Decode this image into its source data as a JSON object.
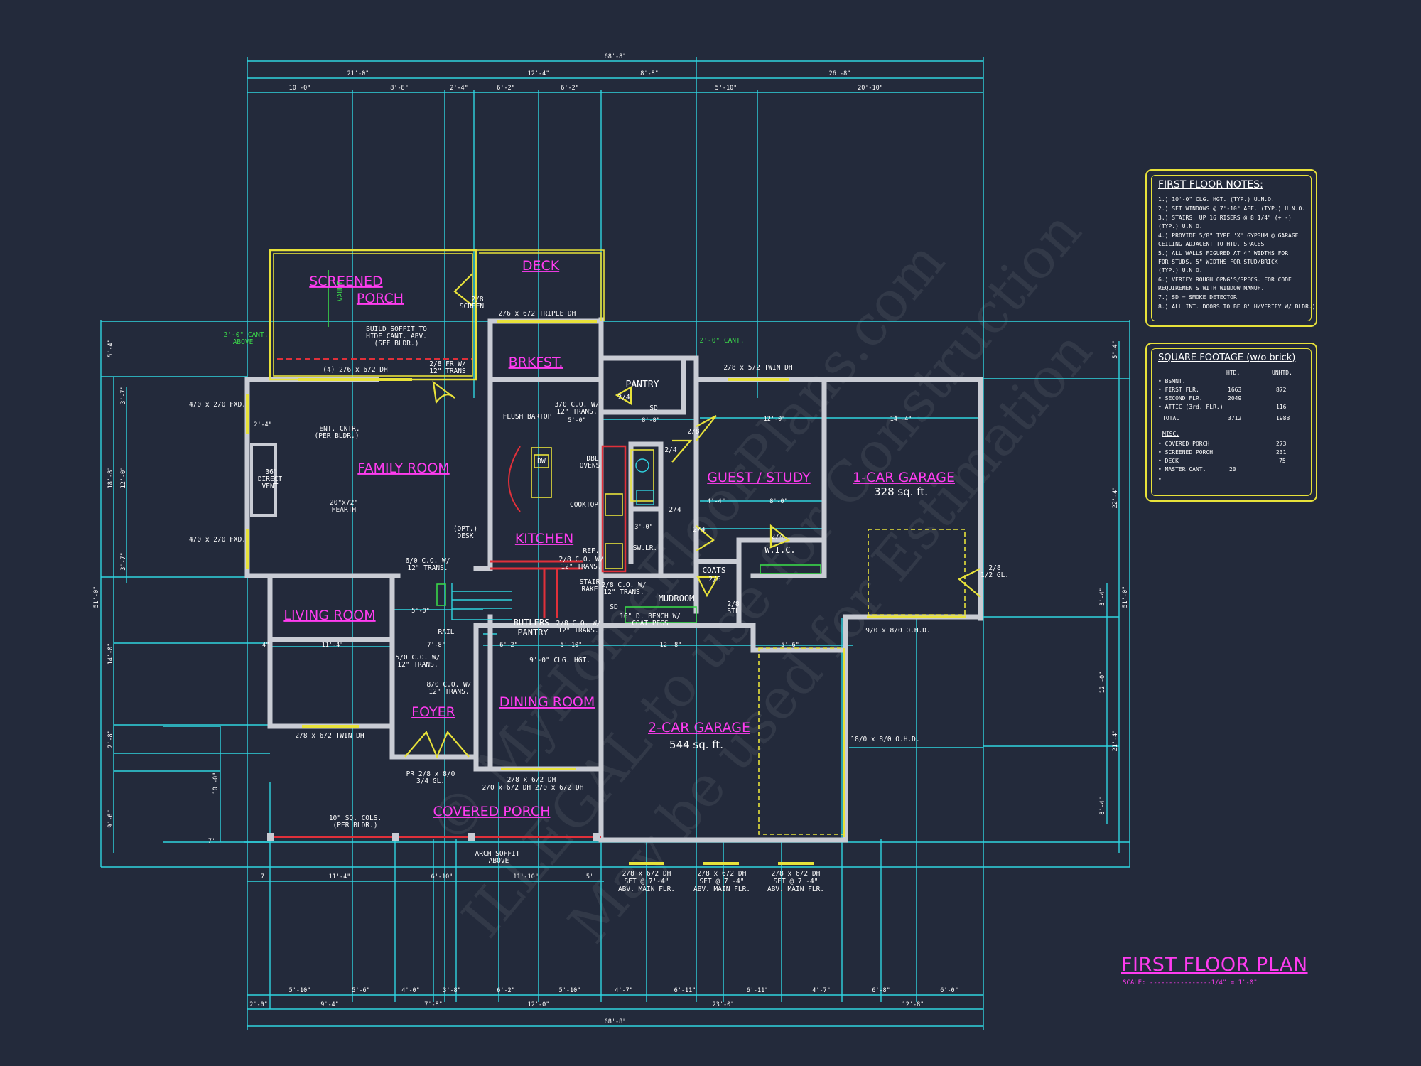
{
  "rooms": {
    "screened_porch": [
      "SCREENED",
      "PORCH"
    ],
    "deck": "DECK",
    "brkfst": "BRKFST.",
    "family_room": "FAMILY ROOM",
    "kitchen": "KITCHEN",
    "pantry": "PANTRY",
    "guest_study": "GUEST / STUDY",
    "garage1": "1-CAR GARAGE",
    "garage1_area": "328 sq. ft.",
    "wic": "W.I.C.",
    "coats": "COATS",
    "mudroom": "MUDROOM",
    "living_room": "LIVING ROOM",
    "butlers_pantry": [
      "BUTLERS",
      "PANTRY"
    ],
    "foyer": "FOYER",
    "dining_room": "DINING ROOM",
    "garage2": "2-CAR GARAGE",
    "garage2_area": "544 sq. ft.",
    "covered_porch": "COVERED PORCH"
  },
  "labels": {
    "vault": "VAULT",
    "screen_door": [
      "2/8",
      "SCREEN"
    ],
    "triple_dh": "2/6 x 6/2 TRIPLE DH",
    "cant_above": [
      "2'-0\" CANT.",
      "ABOVE"
    ],
    "build_soffit": [
      "BUILD SOFFIT TO",
      "HIDE CANT. ABV.",
      "(SEE BLDR.)"
    ],
    "porch_windows": "(4) 2/6 x 6/2 DH",
    "fr_door": [
      "2/8 FR W/",
      "12\" TRANS"
    ],
    "cant_right": "2'-0\" CANT.",
    "twin_dh_top": "2/8 x 5/2 TWIN DH",
    "fxd_upper": "4/0 x 2/0 FXD.",
    "fxd_lower": "4/0 x 2/0 FXD.",
    "ent_cntr": [
      "ENT. CNTR.",
      "(PER BLDR.)"
    ],
    "direct_vent": [
      "36\"",
      "DIRECT",
      "VENT"
    ],
    "hearth": [
      "20\"x72\"",
      "HEARTH"
    ],
    "flush_bartop": "FLUSH BARTOP",
    "co_trans_brk": [
      "3/0 C.O. W/",
      "12\" TRANS."
    ],
    "dw": "DW",
    "dbl_ovens": [
      "DBL",
      "OVENS"
    ],
    "cooktop": "COOKTOP",
    "ref": "REF.",
    "opt_desk": [
      "(OPT.)",
      "DESK"
    ],
    "co_trans_fam": [
      "6/0 C.O. W/",
      "12\" TRANS."
    ],
    "co_trans_kit": [
      "2/8 C.O. W/",
      "12\" TRANS."
    ],
    "stair_rake": [
      "STAIR",
      "RAKE"
    ],
    "co_trans_mud": [
      "2/8 C.O. W/",
      "12\" TRANS."
    ],
    "bench": [
      "16\" D. BENCH W/",
      "COAT PEGS"
    ],
    "co_trans_but": [
      "2/8 C.O. W/",
      "12\" TRANS."
    ],
    "rail": "RAIL",
    "clg_hgt": "9'-0\" CLG. HGT.",
    "co_trans_liv": [
      "5/0 C.O. W/",
      "12\" TRANS."
    ],
    "co_trans_foy": [
      "8/0 C.O. W/",
      "12\" TRANS."
    ],
    "twin_dh_liv": "2/8 x 6/2 TWIN DH",
    "pr_door": [
      "PR 2/8 x 8/0",
      "3/4 GL."
    ],
    "dining_windows": [
      "2/8 x 6/2 DH",
      "2/0 x 6/2 DH    2/0 x 6/2 DH"
    ],
    "sq_cols": [
      "10\" SQ. COLS.",
      "(PER BLDR.)"
    ],
    "arch_soffit": [
      "ARCH SOFFIT",
      "ABOVE"
    ],
    "ohd_1car": "9/0 x 8/0 O.H.D.",
    "ohd_2car": "18/0 x 8/0 O.H.D.",
    "gl_door": [
      "2/8",
      "1/2 GL."
    ],
    "sw_lav": "SW.LR.",
    "garage_windows": [
      "2/8 x 6/2 DH",
      "SET @ 7'-4\"",
      "ABV. MAIN FLR."
    ],
    "door_24": "2/4",
    "door_28": "2/8",
    "door_26": "2/6",
    "sd": "SD",
    "stl": [
      "2/8",
      "STL"
    ]
  },
  "dims": {
    "overall": "68'-8\"",
    "top_row1": [
      "21'-0\"",
      "12'-4\"",
      "8'-8\"",
      "26'-8\""
    ],
    "top_row2": [
      "10'-0\"",
      "8'-8\"",
      "2'-4\"",
      "6'-2\"",
      "6'-2\"",
      "5'-10\"",
      "20'-10\""
    ],
    "bottom_row1": [
      "2'-0\"",
      "9'-4\"",
      "7'-8\"",
      "12'-0\"",
      "23'-0\"",
      "12'-8\""
    ],
    "bottom_row2": [
      "5'-10\"",
      "5'-6\"",
      "4'-0\"",
      "3'-8\"",
      "6'-2\"",
      "5'-10\"",
      "4'-7\"",
      "6'-11\"",
      "6'-11\"",
      "4'-7\"",
      "6'-8\"",
      "6'-0\""
    ],
    "porch_row": [
      "7'",
      "11'-4\"",
      "6'-10\"",
      "11'-10\"",
      "5'"
    ],
    "left_overall": "51'-0\"",
    "right_overall": "51'-0\"",
    "left_side": [
      "5'-4\"",
      "3'-7\"",
      "18'-8\"",
      "12'-0\"",
      "3'-7\"",
      "14'-0\"",
      "2'-8\"",
      "10'-0\"",
      "9'-0\"",
      "7'"
    ],
    "right_side": [
      "5'-4\"",
      "22'-4\"",
      "3'-4\"",
      "12'-0\"",
      "21'-4\"",
      "8'-4\""
    ],
    "interior": [
      "12'-0\"",
      "14'-4\"",
      "8'-8\"",
      "5'-0\"",
      "4'-4\"",
      "8'-0\"",
      "3'-0\"",
      "11'-4\"",
      "5'-0\"",
      "7'-8\"",
      "6'-2\"",
      "5'-10\"",
      "12'-8\"",
      "5'-6\"",
      "4\"",
      "2'-4\""
    ]
  },
  "notes": {
    "title": "FIRST FLOOR NOTES:",
    "lines": [
      "1.) 10'-0\"  CLG. HGT. (TYP.) U.N.O.",
      "2.) SET WINDOWS @ 7'-10\" AFF. (TYP.) U.N.O.",
      "3.) STAIRS: UP 16 RISERS @ 8 1/4\" (+ -)",
      "     (TYP.) U.N.O.",
      "4.) PROVIDE 5/8\" TYPE 'X' GYPSUM @ GARAGE",
      "     CEILING ADJACENT TO HTD. SPACES",
      "5.) ALL WALLS FIGURED AT 4\" WIDTHS FOR",
      "     FOR STUDS, 5\" WIDTHS FOR STUD/BRICK",
      "     (TYP.) U.N.O.",
      "6.) VERIFY ROUGH OPNG'S/SPECS. FOR CODE",
      "     REQUIREMENTS WITH WINDOW MANUF.",
      "7.) SD = SMOKE DETECTOR",
      "8.) ALL INT. DOORS TO BE 8' H/VERIFY W/ BLDR.)"
    ]
  },
  "sqft": {
    "title": "SQUARE FOOTAGE (w/o brick)",
    "col_htd": "HTD.",
    "col_unhtd": "UNHTD.",
    "rows": [
      {
        "name": "• BSMNT.",
        "htd": "",
        "unhtd": ""
      },
      {
        "name": "• FIRST FLR.",
        "htd": "1663",
        "unhtd": "872"
      },
      {
        "name": "• SECOND FLR.",
        "htd": "2049",
        "unhtd": ""
      },
      {
        "name": "• ATTIC (3rd. FLR.)",
        "htd": "",
        "unhtd": "116"
      }
    ],
    "total": {
      "name": "TOTAL",
      "htd": "3712",
      "unhtd": "1988"
    },
    "misc_title": "MISC.",
    "misc": [
      {
        "name": "• COVERED PORCH",
        "val": "273"
      },
      {
        "name": "• SCREENED PORCH",
        "val": "231"
      },
      {
        "name": "• DECK",
        "val": "75"
      },
      {
        "name": "• MASTER CANT.",
        "htd": "20",
        "val": ""
      }
    ]
  },
  "plan_title": "FIRST FLOOR PLAN",
  "plan_scale": "SCALE: ----------------1/4\" = 1'-0\"",
  "watermark": [
    "© MyHomeFloorPlans.com",
    "ILLEGAL to use for Construction",
    "May be used for Estimation"
  ],
  "colors": {
    "background": "#232a3b",
    "dimension": "#2fd4e0",
    "room_label": "#ff3cf0",
    "window": "#e8e23a",
    "wall": "#c9ccd4"
  }
}
